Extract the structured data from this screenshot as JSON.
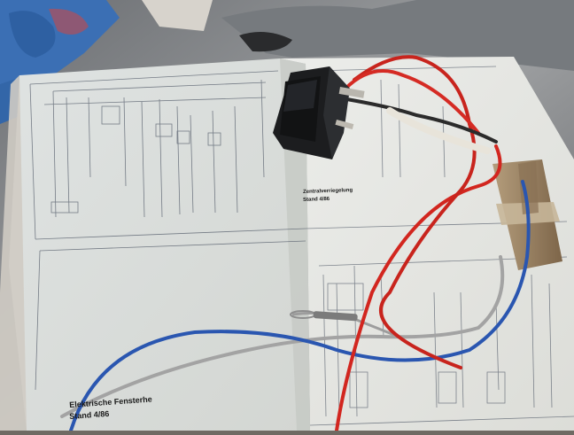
{
  "photo": {
    "subject": "wiring-diagram-manual-with-rocker-switch",
    "manual": {
      "left_page": {
        "title": "Elektrische Fensterhe",
        "date_label": "Stand 4/86"
      },
      "right_page": {
        "title": "Zentralverriegelung",
        "date_label": "Stand 4/86"
      }
    },
    "colors": {
      "paper": "#e9ebe6",
      "blanket_blue": "#3b6fb4",
      "blanket_grey": "#8d8f92",
      "switch_black": "#1c1d1f",
      "wire_red": "#d2261f",
      "wire_blue": "#2a56b0",
      "wire_grey": "#a9a9a9",
      "wood_block": "#9c8466"
    }
  }
}
